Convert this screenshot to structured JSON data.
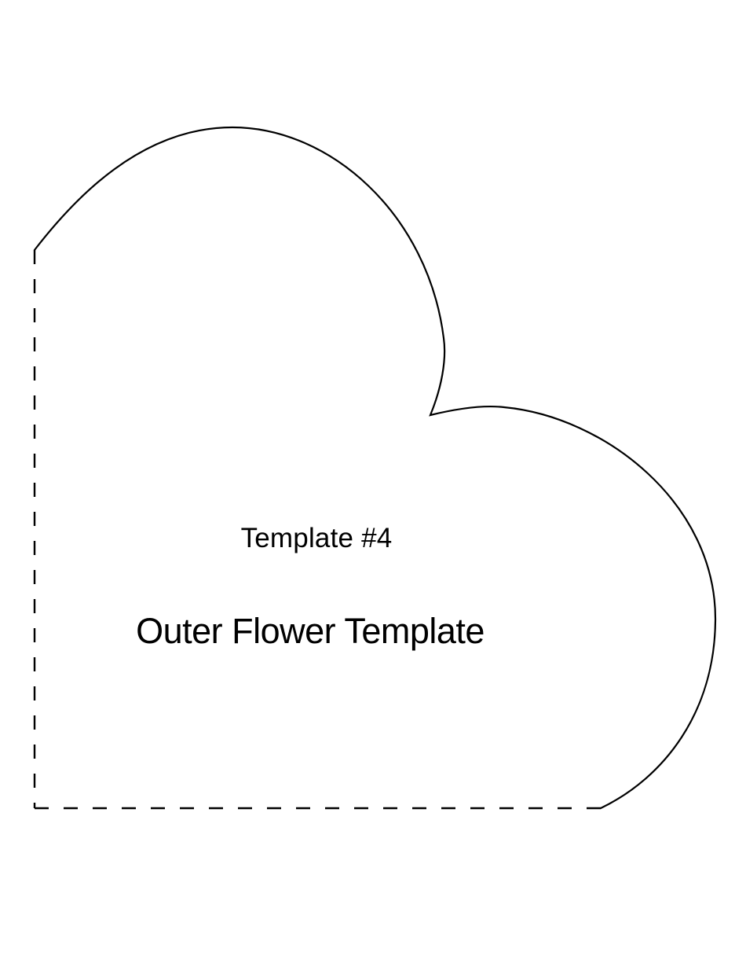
{
  "page": {
    "background_color": "#ffffff",
    "line_color": "#000000"
  },
  "labels": {
    "template_number": "Template #4",
    "template_title": "Outer Flower Template"
  },
  "shape": {
    "kind": "outer-flower-petal-template-outline",
    "cut_line_path": "M 44 318 C 95 252 180 162 296 162 C 420 162 545 272 565 430 C 569 458 562 494 548 528 C 585 519 616 515 642 518 C 770 530 912 640 911 789 C 910 906 846 989 765 1028",
    "fold_line_left_path": "M 44 318 L 44 1028",
    "fold_line_bottom_path": "M 44 1028 L 765 1028"
  }
}
